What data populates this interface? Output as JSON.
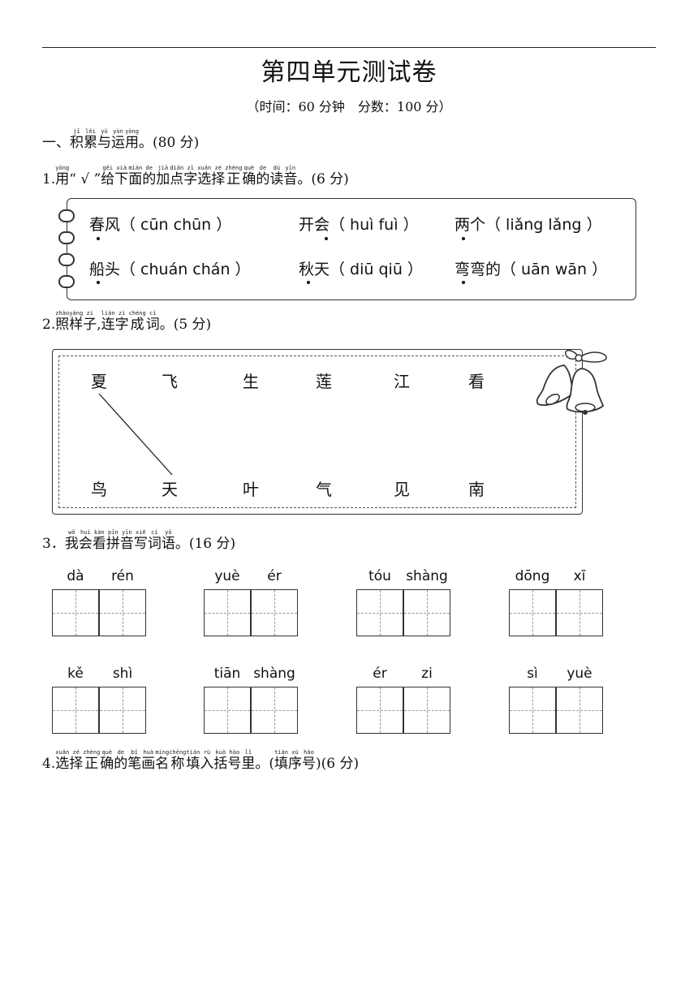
{
  "header": {
    "title": "第四单元测试卷",
    "subtitle": "（时间：60 分钟　分数：100 分）"
  },
  "section1": {
    "prefix": "一、",
    "words": [
      {
        "hz": "积",
        "py": "jī"
      },
      {
        "hz": "累",
        "py": "lěi"
      },
      {
        "hz": "与",
        "py": "yǔ"
      },
      {
        "hz": "运",
        "py": "yùn"
      },
      {
        "hz": "用",
        "py": "yòng"
      }
    ],
    "suffix": "。(80 分)"
  },
  "q1": {
    "parts": [
      {
        "t": "1."
      },
      {
        "hz": "用",
        "py": "yòng"
      },
      {
        "t": "“ √ ”"
      },
      {
        "hz": "给",
        "py": "gěi"
      },
      {
        "hz": "下",
        "py": "xià"
      },
      {
        "hz": "面",
        "py": "miàn"
      },
      {
        "hz": "的",
        "py": "de"
      },
      {
        "hz": "加",
        "py": "jiā"
      },
      {
        "hz": "点",
        "py": "diǎn"
      },
      {
        "hz": "字",
        "py": "zì"
      },
      {
        "hz": "选",
        "py": "xuǎn"
      },
      {
        "hz": "择",
        "py": "zé"
      },
      {
        "hz": "正",
        "py": "zhèng"
      },
      {
        "hz": "确",
        "py": "què"
      },
      {
        "hz": "的",
        "py": "de"
      },
      {
        "hz": "读",
        "py": "dú"
      },
      {
        "hz": "音",
        "py": "yīn"
      },
      {
        "t": "。(6 分)"
      }
    ],
    "items": [
      {
        "word": "春风",
        "options": "（ cūn  chūn ）"
      },
      {
        "word": "开会",
        "options": "（ huì  fuì ）"
      },
      {
        "word": "两个",
        "options": "（ liǎng  lǎng ）"
      },
      {
        "word": "船头",
        "options": "（ chuán  chán ）"
      },
      {
        "word": "秋天",
        "options": "（ diū  qiū ）"
      },
      {
        "word": "弯弯的",
        "options": "（ uān  wān ）"
      }
    ]
  },
  "q2": {
    "parts": [
      {
        "t": "2."
      },
      {
        "hz": "照",
        "py": "zhào"
      },
      {
        "hz": "样",
        "py": "yàng"
      },
      {
        "hz": "子",
        "py": "zi"
      },
      {
        "t": ","
      },
      {
        "hz": "连",
        "py": "lián"
      },
      {
        "hz": "字",
        "py": "zì"
      },
      {
        "hz": "成",
        "py": "chéng"
      },
      {
        "hz": "词",
        "py": "cí"
      },
      {
        "t": "。(5 分)"
      }
    ],
    "top_row": [
      "夏",
      "飞",
      "生",
      "莲",
      "江",
      "看"
    ],
    "bottom_row": [
      "鸟",
      "天",
      "叶",
      "气",
      "见",
      "南"
    ]
  },
  "q3": {
    "parts": [
      {
        "t": "3．"
      },
      {
        "hz": "我",
        "py": "wǒ"
      },
      {
        "hz": "会",
        "py": "huì"
      },
      {
        "hz": "看",
        "py": "kàn"
      },
      {
        "hz": "拼",
        "py": "pīn"
      },
      {
        "hz": "音",
        "py": "yīn"
      },
      {
        "hz": "写",
        "py": "xiě"
      },
      {
        "hz": "词",
        "py": "cí"
      },
      {
        "hz": "语",
        "py": "yǔ"
      },
      {
        "t": "。(16 分)"
      }
    ],
    "words": [
      [
        "dà",
        "rén"
      ],
      [
        "yuè",
        "ér"
      ],
      [
        "tóu",
        "shàng"
      ],
      [
        "dōng",
        "xī"
      ],
      [
        "kě",
        "shì"
      ],
      [
        "tiān",
        "shàng"
      ],
      [
        "ér",
        "zi"
      ],
      [
        "sì",
        "yuè"
      ]
    ]
  },
  "q4": {
    "parts": [
      {
        "t": "4."
      },
      {
        "hz": "选",
        "py": "xuǎn"
      },
      {
        "hz": "择",
        "py": "zé"
      },
      {
        "hz": "正",
        "py": "zhèng"
      },
      {
        "hz": "确",
        "py": "què"
      },
      {
        "hz": "的",
        "py": "de"
      },
      {
        "hz": "笔",
        "py": "bǐ"
      },
      {
        "hz": "画",
        "py": "huà"
      },
      {
        "hz": "名",
        "py": "míng"
      },
      {
        "hz": "称",
        "py": "chēng"
      },
      {
        "hz": "填",
        "py": "tián"
      },
      {
        "hz": "入",
        "py": "rù"
      },
      {
        "hz": "括",
        "py": "kuò"
      },
      {
        "hz": "号",
        "py": "hào"
      },
      {
        "hz": "里",
        "py": "lǐ"
      },
      {
        "t": "。("
      },
      {
        "hz": "填",
        "py": "tián"
      },
      {
        "hz": "序",
        "py": "xù"
      },
      {
        "hz": "号",
        "py": "hào"
      },
      {
        "t": ")(6 分)"
      }
    ]
  }
}
